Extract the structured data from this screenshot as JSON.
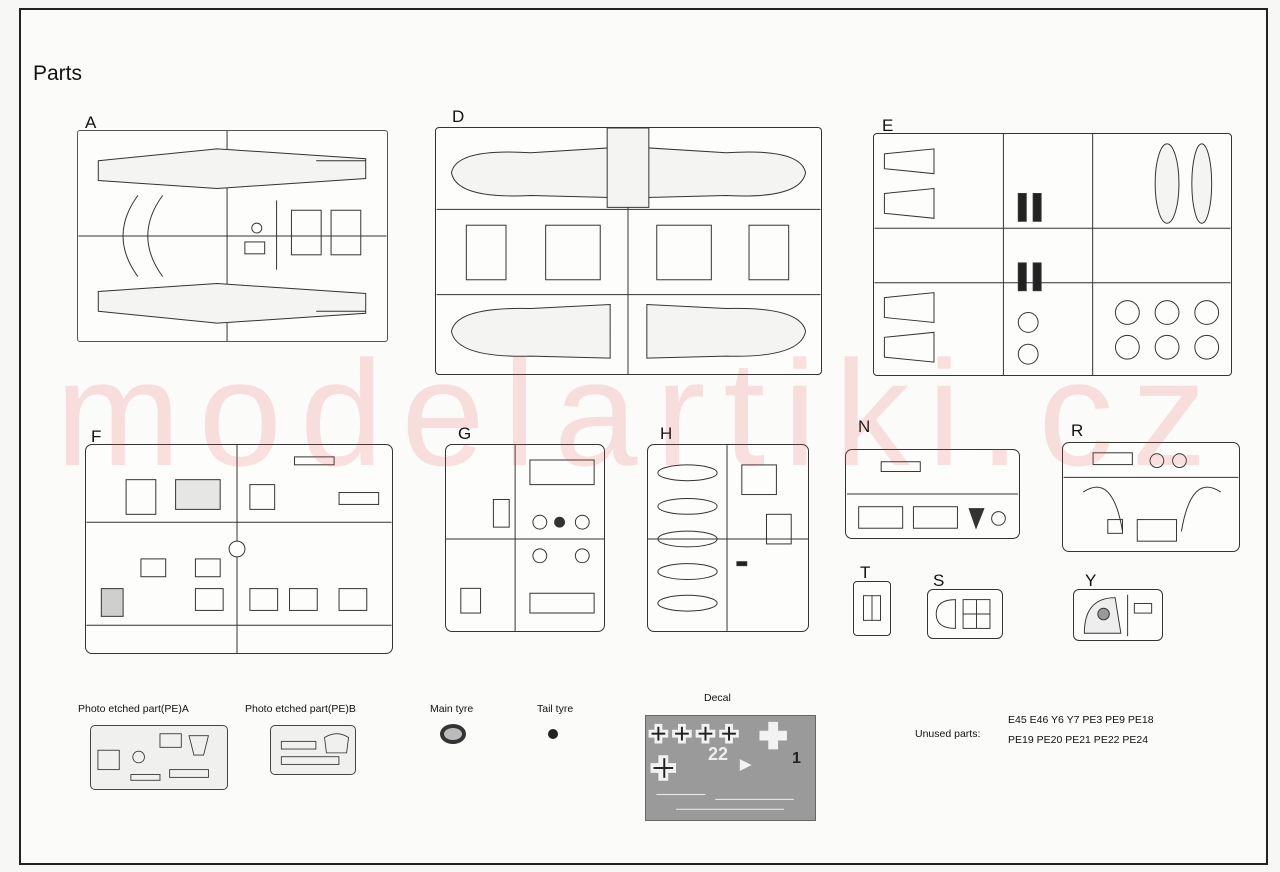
{
  "page": {
    "title": "Parts",
    "watermark": "modelartiki.cz"
  },
  "sprues": [
    {
      "letter": "A"
    },
    {
      "letter": "D"
    },
    {
      "letter": "E"
    },
    {
      "letter": "F"
    },
    {
      "letter": "G"
    },
    {
      "letter": "H"
    },
    {
      "letter": "N"
    },
    {
      "letter": "R"
    },
    {
      "letter": "T"
    },
    {
      "letter": "S"
    },
    {
      "letter": "Y"
    }
  ],
  "accessories": {
    "pe_a": "Photo etched part(PE)A",
    "pe_b": "Photo etched part(PE)B",
    "main_tyre": "Main tyre",
    "tail_tyre": "Tail tyre",
    "decal": "Decal"
  },
  "decal_marks": {
    "number": "22",
    "side_number": "1"
  },
  "unused": {
    "label": "Unused parts:",
    "line1": "E45 E46 Y6 Y7 PE3 PE9 PE18",
    "line2": "PE19 PE20 PE21 PE22 PE24"
  },
  "colors": {
    "line": "#333333",
    "watermark": "#e84848",
    "decal_background": "#9a9a9a"
  }
}
